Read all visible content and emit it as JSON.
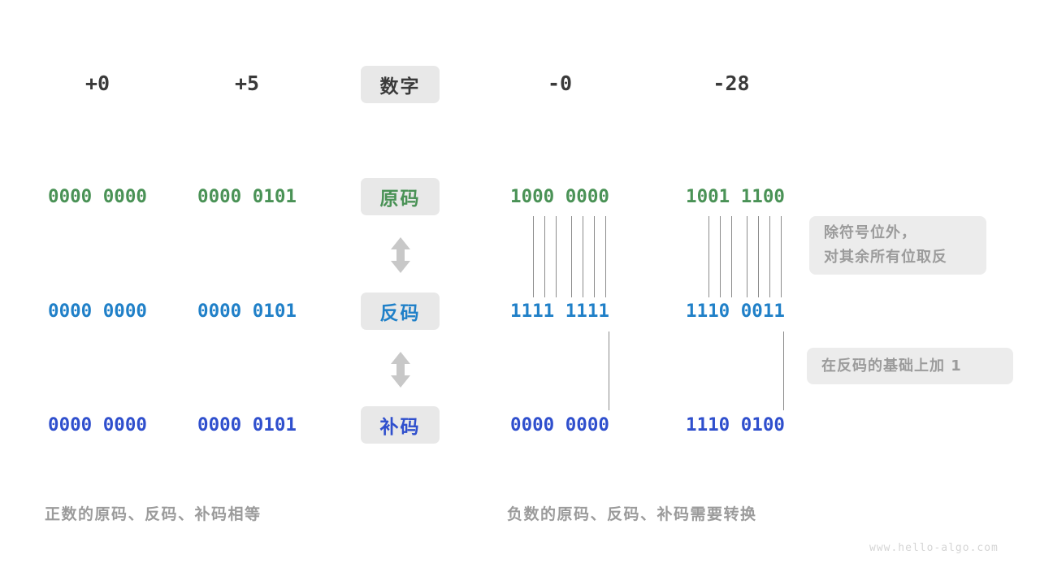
{
  "meta": {
    "watermark": "www.hello-algo.com",
    "background": "#ffffff"
  },
  "colors": {
    "yuanma": "#4a9256",
    "fanma": "#2080c8",
    "buma": "#2f4fcd",
    "heading": "#3a3a3a",
    "muted": "#9b9b9b",
    "pill_bg": "#e8e8e8",
    "note_bg": "#ececec",
    "tick_line": "#8c8c8c",
    "arrow": "#c8c8c8",
    "watermark": "#d5d5d5"
  },
  "row_labels": {
    "number": "数字",
    "yuanma": "原码",
    "fanma": "反码",
    "buma": "补码"
  },
  "columns": [
    {
      "key": "pos0",
      "header": "+0"
    },
    {
      "key": "pos5",
      "header": "+5"
    },
    {
      "key": "neg0",
      "header": "-0"
    },
    {
      "key": "neg28",
      "header": "-28"
    }
  ],
  "table": {
    "yuanma": {
      "pos0": "0000 0000",
      "pos5": "0000 0101",
      "neg0": "1000 0000",
      "neg28": "1001 1100"
    },
    "fanma": {
      "pos0": "0000 0000",
      "pos5": "0000 0101",
      "neg0": "1111 1111",
      "neg28": "1110 0011"
    },
    "buma": {
      "pos0": "0000 0000",
      "pos5": "0000 0101",
      "neg0": "0000 0000",
      "neg28": "1110 0100"
    }
  },
  "notes": {
    "invert": {
      "line1": "除符号位外，",
      "line2": "对其余所有位取反"
    },
    "addone": {
      "line1": "在反码的基础上加 1"
    }
  },
  "captions": {
    "left": "正数的原码、反码、补码相等",
    "right": "负数的原码、反码、补码需要转换"
  },
  "arrows": {
    "yuan_to_fan": "double-arrow-vertical",
    "fan_to_bu": "double-arrow-vertical"
  }
}
